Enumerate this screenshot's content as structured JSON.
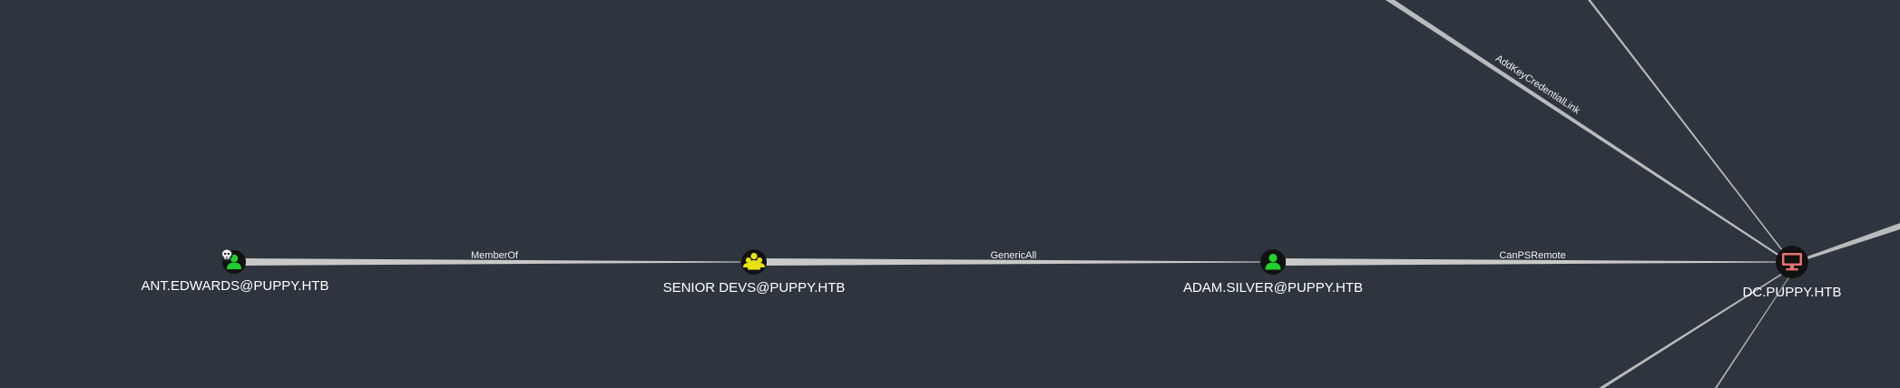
{
  "graph": {
    "colors": {
      "background": "#2f353e",
      "edge": "#c9c9c9",
      "edge_label": "#f2f2f2",
      "node_label": "#ffffff",
      "node_circle": "#111111",
      "user_icon": "#1fd12f",
      "group_icon": "#e8e30a",
      "computer_icon": "#e8736c",
      "owned_marker": "#ffffff"
    },
    "nodes": [
      {
        "id": "ant",
        "label": "ANT.EDWARDS@PUPPY.HTB",
        "type": "user",
        "icon": "user-icon",
        "owned": true
      },
      {
        "id": "seniordevs",
        "label": "SENIOR DEVS@PUPPY.HTB",
        "type": "group",
        "icon": "group-icon",
        "owned": false
      },
      {
        "id": "adam",
        "label": "ADAM.SILVER@PUPPY.HTB",
        "type": "user",
        "icon": "user-icon",
        "owned": false
      },
      {
        "id": "dc",
        "label": "DC.PUPPY.HTB",
        "type": "computer",
        "icon": "computer-icon",
        "owned": false
      }
    ],
    "edges": [
      {
        "from": "ant",
        "to": "seniordevs",
        "label": "MemberOf"
      },
      {
        "from": "seniordevs",
        "to": "adam",
        "label": "GenericAll"
      },
      {
        "from": "adam",
        "to": "dc",
        "label": "CanPSRemote"
      },
      {
        "from": "offscreen-upper-left",
        "to": "dc",
        "label": "AddKeyCredentialLink"
      },
      {
        "from": "offscreen-top",
        "to": "dc",
        "label": ""
      },
      {
        "from": "offscreen-right",
        "to": "dc",
        "label": ""
      },
      {
        "from": "offscreen-bottom-left",
        "to": "dc",
        "label": ""
      },
      {
        "from": "offscreen-bottom",
        "to": "dc",
        "label": ""
      }
    ]
  }
}
